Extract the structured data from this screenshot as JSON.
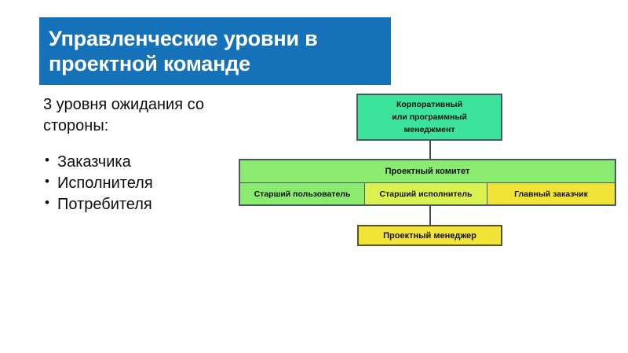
{
  "slide": {
    "title": "Управленческие уровни в проектной команде",
    "title_bg": "#1572B8",
    "title_color": "#FFFFFF"
  },
  "left_column": {
    "lead_text": "3 уровня ожидания со стороны:",
    "bullets": [
      "Заказчика",
      "Исполнителя",
      "Потребителя"
    ]
  },
  "diagram": {
    "top_box": {
      "label": "Корпоративный\nили программный\nменеджмент",
      "color": "#3BE49A"
    },
    "committee": {
      "header_label": "Проектный комитет",
      "header_color": "#8BEB70",
      "cells": [
        {
          "label": "Старший пользователь",
          "color": "#8BEB70"
        },
        {
          "label": "Старший исполнитель",
          "color": "#D9F252"
        },
        {
          "label": "Главный заказчик",
          "color": "#F2E437"
        }
      ]
    },
    "manager_box": {
      "label": "Проектный менеджер",
      "color": "#F2E437"
    },
    "connector_color": "#3B4A55"
  }
}
